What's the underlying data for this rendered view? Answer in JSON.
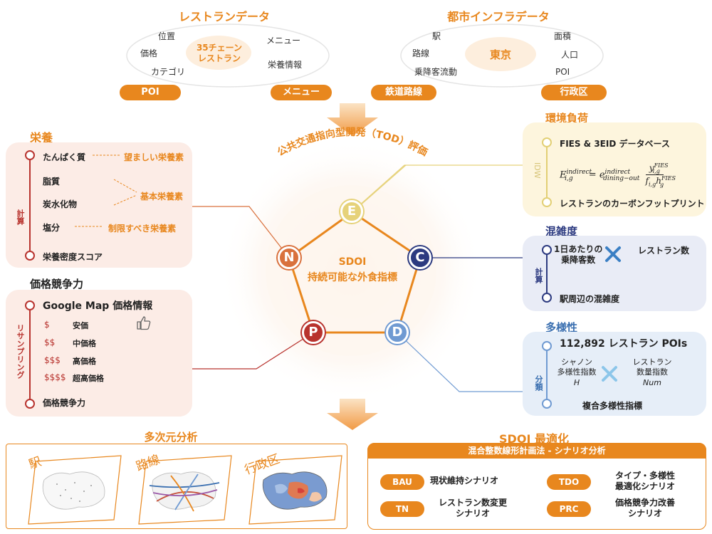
{
  "restaurant": {
    "title": "レストランデータ",
    "center": "35チェーン\nレストラン",
    "items": [
      "位置",
      "価格",
      "カテゴリ",
      "メニュー",
      "栄養情報"
    ],
    "pills": [
      "POI",
      "メニュー"
    ]
  },
  "urban": {
    "title": "都市インフラデータ",
    "center": "東京",
    "items": [
      "駅",
      "路線",
      "乗降客流動",
      "面積",
      "人口",
      "POI"
    ],
    "pills": [
      "鉄道路線",
      "行政区"
    ]
  },
  "tod": {
    "title": "公共交通指向型開発（TOD）評価"
  },
  "sdoi": {
    "line1": "SDOI",
    "line2": "持続可能な外食指標"
  },
  "pentagon": {
    "nodes": [
      "E",
      "C",
      "D",
      "P",
      "N"
    ]
  },
  "nutrition": {
    "title": "栄養",
    "side": "計算",
    "items": [
      "たんぱく質",
      "脂質",
      "炭水化物",
      "塩分",
      "栄養密度スコア"
    ],
    "labels": [
      "望ましい栄養素",
      "基本栄養素",
      "制限すべき栄養素"
    ]
  },
  "price": {
    "title": "価格競争力",
    "side": "リサンプリング",
    "head": "Google Map 価格情報",
    "symbols": [
      "$",
      "$$",
      "$$$",
      "$$$$"
    ],
    "levels": [
      "安価",
      "中価格",
      "高価格",
      "超高価格"
    ],
    "foot": "価格競争力"
  },
  "env": {
    "title": "環境負荷",
    "side": "IDW",
    "db": "FIES & 3EID データベース",
    "formula_lhs": "E",
    "formula_lhs_sup": "indirect",
    "formula_lhs_sub": "i,g",
    "formula_eq": "=",
    "formula_e": "e",
    "formula_e_sup": "indirect",
    "formula_e_sub": "dining−out",
    "formula_num": "y",
    "formula_num_sup": "FIES",
    "formula_num_sub": "i,g",
    "formula_den": "f",
    "formula_den_sub": "i,g",
    "formula_den_h": "h",
    "formula_den_h_sup": "FIES",
    "formula_den_h_sub": "g",
    "foot": "レストランのカーボンフットプリント"
  },
  "congestion": {
    "title": "混雑度",
    "side": "計算",
    "left": "1日あたりの\n乗降客数",
    "right": "レストラン数",
    "foot": "駅周辺の混雑度"
  },
  "diversity": {
    "title": "多様性",
    "side": "分類",
    "head": "112,892 レストラン POIs",
    "left": "シャノン\n多様性指数",
    "left_var": "H",
    "right": "レストラン\n数量指数",
    "right_var": "Num",
    "foot": "複合多様性指標"
  },
  "multi": {
    "title": "多次元分析",
    "maps": [
      "駅",
      "路線",
      "行政区"
    ]
  },
  "opt": {
    "title": "SDOI 最適化",
    "bar": "混合整数線形計画法 - シナリオ分析",
    "scenarios": [
      {
        "code": "BAU",
        "label": "現状維持シナリオ"
      },
      {
        "code": "TN",
        "label": "レストラン数変更\nシナリオ"
      },
      {
        "code": "TDO",
        "label": "タイプ・多様性\n最適化シナリオ"
      },
      {
        "code": "PRC",
        "label": "価格競争力改善\nシナリオ"
      }
    ]
  },
  "colors": {
    "orange": "#e8871e",
    "E": "#e6d27a",
    "C": "#2c3a80",
    "D": "#6f9ad2",
    "P": "#b8332e",
    "N": "#d9713d"
  }
}
